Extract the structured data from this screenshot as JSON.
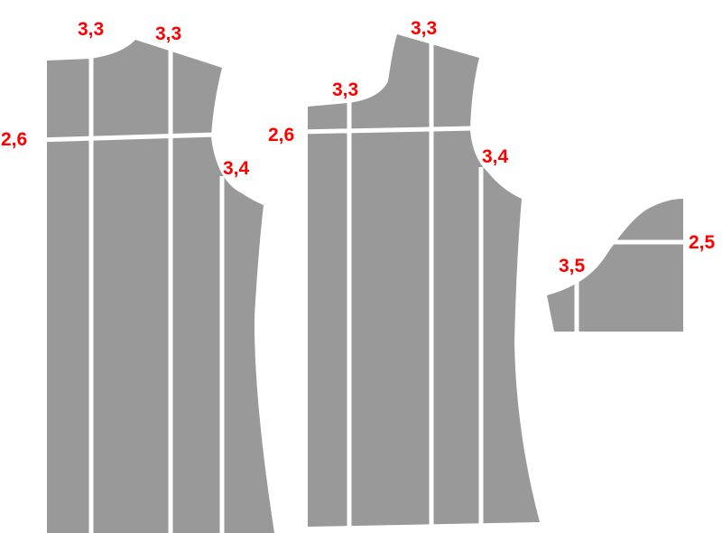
{
  "colors": {
    "piece_fill": "#999999",
    "cut_line": "#ffffff",
    "label": "#ff0000",
    "background": "#ffffff"
  },
  "pieces": {
    "back": {
      "labels": {
        "shoulder_left": "3,3",
        "shoulder_right": "3,3",
        "yoke": "2,6",
        "armhole": "3,4"
      }
    },
    "front": {
      "labels": {
        "neck": "3,3",
        "shoulder": "3,3",
        "yoke": "2,6",
        "armhole": "3,4"
      }
    },
    "sleeve": {
      "labels": {
        "cap": "2,5",
        "underarm": "3,5"
      }
    }
  }
}
